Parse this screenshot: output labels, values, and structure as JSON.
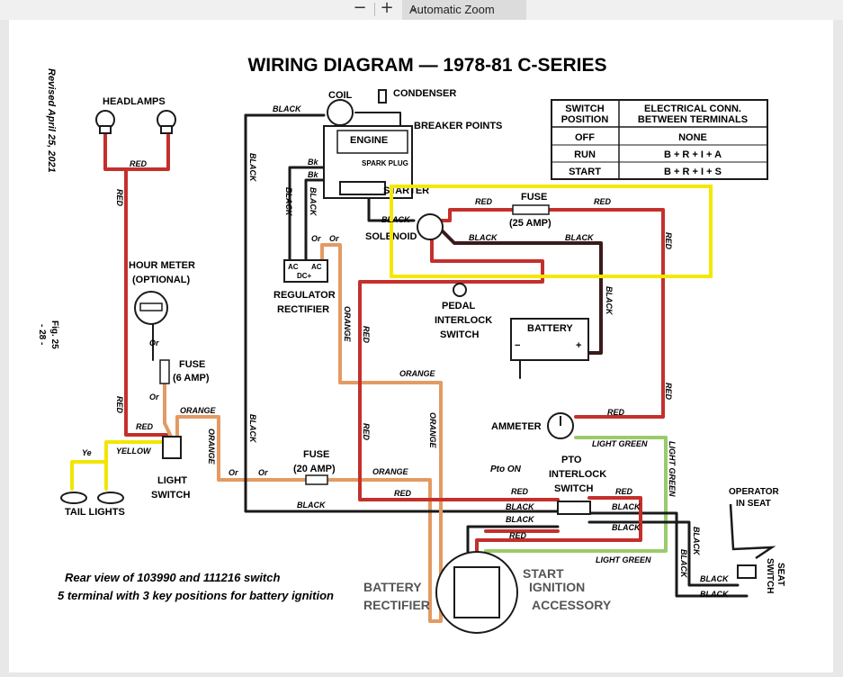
{
  "toolbar": {
    "zoom_out_label": "−",
    "zoom_in_label": "+",
    "zoom_value": "Automatic Zoom",
    "icons": [
      "minus-icon",
      "plus-icon",
      "chevron-down-icon"
    ]
  },
  "diagram": {
    "title": "WIRING DIAGRAM — 1978-81 C-SERIES",
    "revised": "Revised April 25, 2021",
    "fig": "Fig. 25",
    "page_num": "- 28 -",
    "components": {
      "headlamps": "HEADLAMPS",
      "coil": "COIL",
      "condenser": "CONDENSER",
      "breaker_points": "BREAKER POINTS",
      "engine": "ENGINE",
      "spark_plug": "SPARK PLUG",
      "starter": "STARTER",
      "solenoid": "SOLENOID",
      "fuse_25": "FUSE",
      "fuse_25_amp": "(25 AMP)",
      "hour_meter": "HOUR METER",
      "hour_meter_opt": "(OPTIONAL)",
      "regulator": "REGULATOR",
      "rectifier": "RECTIFIER",
      "reg_ac1": "AC",
      "reg_ac2": "AC",
      "reg_dc": "DC+",
      "pedal1": "PEDAL",
      "pedal2": "INTERLOCK",
      "pedal3": "SWITCH",
      "battery": "BATTERY",
      "batt_minus": "−",
      "batt_plus": "+",
      "fuse_6": "FUSE",
      "fuse_6_amp": "(6 AMP)",
      "ammeter": "AMMETER",
      "light_switch1": "LIGHT",
      "light_switch2": "SWITCH",
      "tail_lights": "TAIL LIGHTS",
      "fuse_20": "FUSE",
      "fuse_20_amp": "(20 AMP)",
      "pto_on": "Pto ON",
      "pto1": "PTO",
      "pto2": "INTERLOCK",
      "pto3": "SWITCH",
      "operator1": "OPERATOR",
      "operator2": "IN SEAT",
      "seat_switch1": "SEAT",
      "seat_switch2": "SWITCH",
      "note1": "Rear view of 103990 and 111216 switch",
      "note2": "5 terminal with 3 key positions for battery ignition",
      "battery_term": "BATTERY",
      "rectifier_term": "RECTIFIER",
      "start_term": "START",
      "ignition_term": "IGNITION",
      "accessory_term": "ACCESSORY"
    },
    "wire_labels": {
      "black": "BLACK",
      "red": "RED",
      "orange": "ORANGE",
      "yellow": "YELLOW",
      "light_green": "LIGHT GREEN",
      "bk": "Bk",
      "or": "Or",
      "ye": "Ye"
    },
    "switch_table": {
      "headers": [
        "SWITCH POSITION",
        "ELECTRICAL CONN. BETWEEN TERMINALS"
      ],
      "rows": [
        [
          "OFF",
          "NONE"
        ],
        [
          "RUN",
          "B + R + I + A"
        ],
        [
          "START",
          "B + R + I + S"
        ]
      ]
    },
    "colors": {
      "red": "#c4302b",
      "black": "#1a1a1a",
      "orange": "#e39a63",
      "yellow": "#f2e600",
      "light_green": "#9acb6b",
      "highlight": "#f5e800"
    }
  }
}
